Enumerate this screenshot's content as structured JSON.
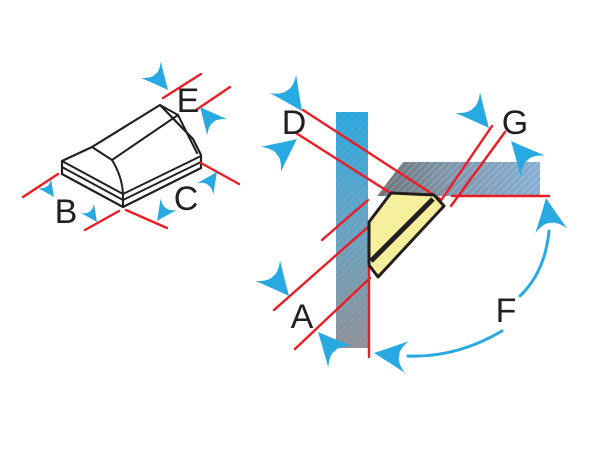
{
  "labels": {
    "a": "A",
    "b": "B",
    "c": "C",
    "d": "D",
    "e": "E",
    "f": "F",
    "g": "G"
  },
  "colors": {
    "dimension_line_red": "#EC1C24",
    "arrow_blue": "#29A9E1",
    "weld_yellow": "#F6EF9C",
    "plate_blue": "#2BA7DE",
    "plate_gray": "#8E9197",
    "outline_ink": "#231F20",
    "background": "#FFFFFF"
  }
}
